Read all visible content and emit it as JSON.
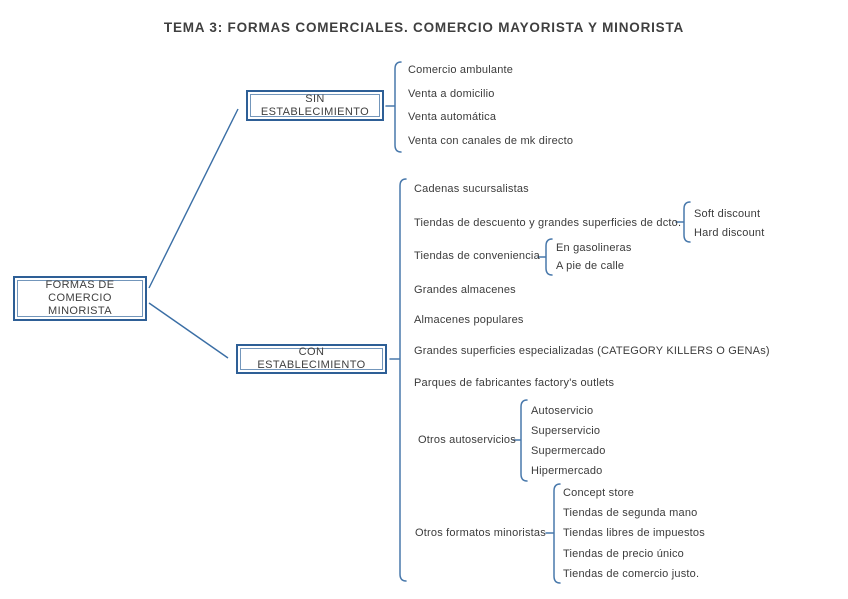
{
  "title": "TEMA 3: FORMAS COMERCIALES. COMERCIO MAYORISTA Y MINORISTA",
  "root": {
    "label": "FORMAS DE COMERCIO MINORISTA"
  },
  "branches": {
    "sin": {
      "label": "SIN ESTABLECIMIENTO",
      "items": [
        "Comercio ambulante",
        "Venta a domicilio",
        "Venta automática",
        "Venta con canales de mk directo"
      ]
    },
    "con": {
      "label": "CON ESTABLECIMIENTO",
      "items": [
        {
          "label": "Cadenas sucursalistas"
        },
        {
          "label": "Tiendas de descuento y grandes superficies de dcto.",
          "children": [
            "Soft discount",
            "Hard discount"
          ]
        },
        {
          "label": "Tiendas de conveniencia",
          "children": [
            "En gasolineras",
            "A pie de calle"
          ]
        },
        {
          "label": "Grandes almacenes"
        },
        {
          "label": "Almacenes populares"
        },
        {
          "label": "Grandes superficies especializadas (CATEGORY KILLERS O GENAs)"
        },
        {
          "label": "Parques de fabricantes factory's outlets"
        },
        {
          "label": "Otros autoservicios",
          "children": [
            "Autoservicio",
            "Superservicio",
            "Supermercado",
            "Hipermercado"
          ]
        },
        {
          "label": "Otros formatos minoristas",
          "children": [
            "Concept store",
            "Tiendas de segunda mano",
            "Tiendas libres de impuestos",
            "Tiendas de precio único",
            "Tiendas de comercio justo."
          ]
        }
      ]
    }
  },
  "colors": {
    "box_border": "#2e5f96",
    "bracket": "#4878ab",
    "arrow": "#3a6ea5",
    "text": "#3b3b3b"
  }
}
